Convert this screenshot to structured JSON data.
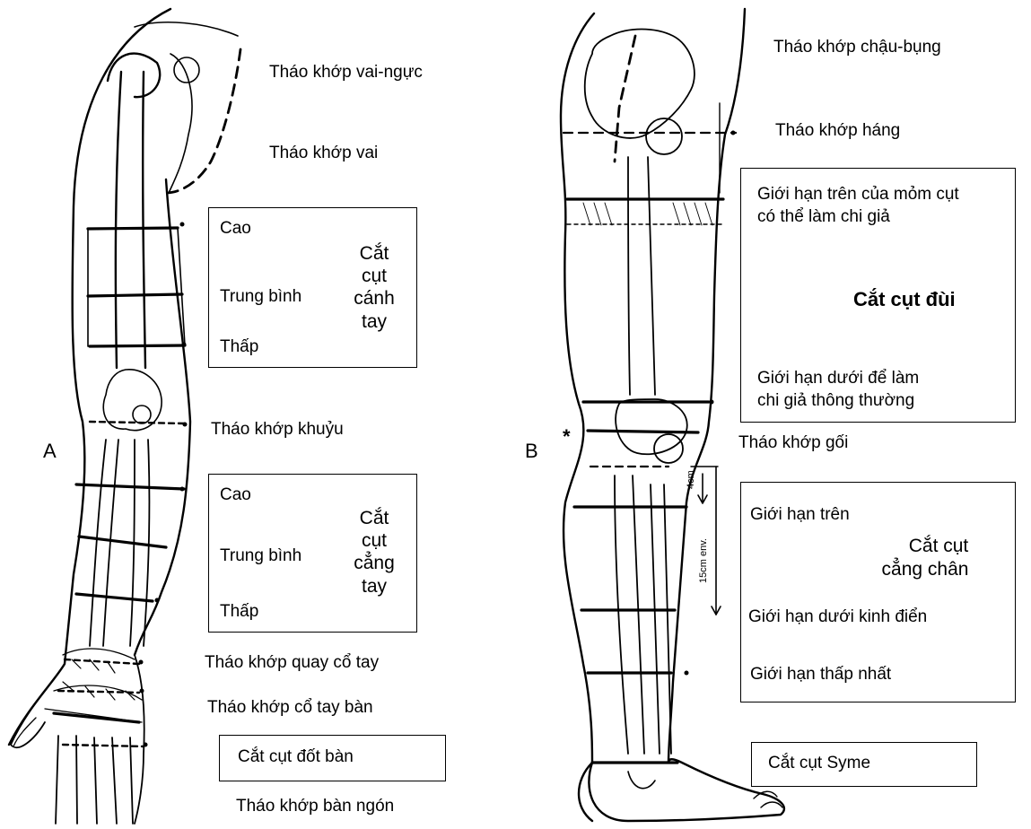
{
  "arm": {
    "letter": "A",
    "shoulder_thoracic": "Tháo khớp vai-ngực",
    "shoulder": "Tháo khớp vai",
    "upper_arm_box": {
      "high": "Cao",
      "middle": "Trung bình",
      "low": "Thấp",
      "title": [
        "Cắt",
        "cụt",
        "cánh",
        "tay"
      ]
    },
    "elbow": "Tháo khớp khuỷu",
    "forearm_box": {
      "high": "Cao",
      "middle": "Trung bình",
      "low": "Thấp",
      "title": [
        "Cắt",
        "cụt",
        "cẳng",
        "tay"
      ]
    },
    "radiocarpal": "Tháo khớp quay cổ tay",
    "carpometacarpal": "Tháo khớp cổ tay bàn",
    "metacarpal_box": "Cắt cụt đốt bàn",
    "metacarpophalangeal": "Tháo khớp bàn ngón"
  },
  "leg": {
    "letter": "B",
    "star": "*",
    "hemipelvectomy": "Tháo khớp chậu-bụng",
    "hip": "Tháo khớp háng",
    "thigh_box": {
      "upper_limit": [
        "Giới hạn trên của mỏm cụt",
        "có thể làm chi giả"
      ],
      "title": "Cắt cụt đùi",
      "lower_limit": [
        "Giới hạn dưới để làm",
        "chi giả thông thường"
      ]
    },
    "knee": "Tháo khớp gối",
    "measure_4cm": "4cm",
    "measure_15cm": "15cm env.",
    "shank_box": {
      "upper_limit": "Giới hạn trên",
      "title": [
        "Cắt cụt",
        "cẳng chân"
      ],
      "classic_lower": "Giới hạn dưới kinh điển",
      "lowest": "Giới hạn thấp nhất"
    },
    "syme_box": "Cắt cụt Syme"
  }
}
